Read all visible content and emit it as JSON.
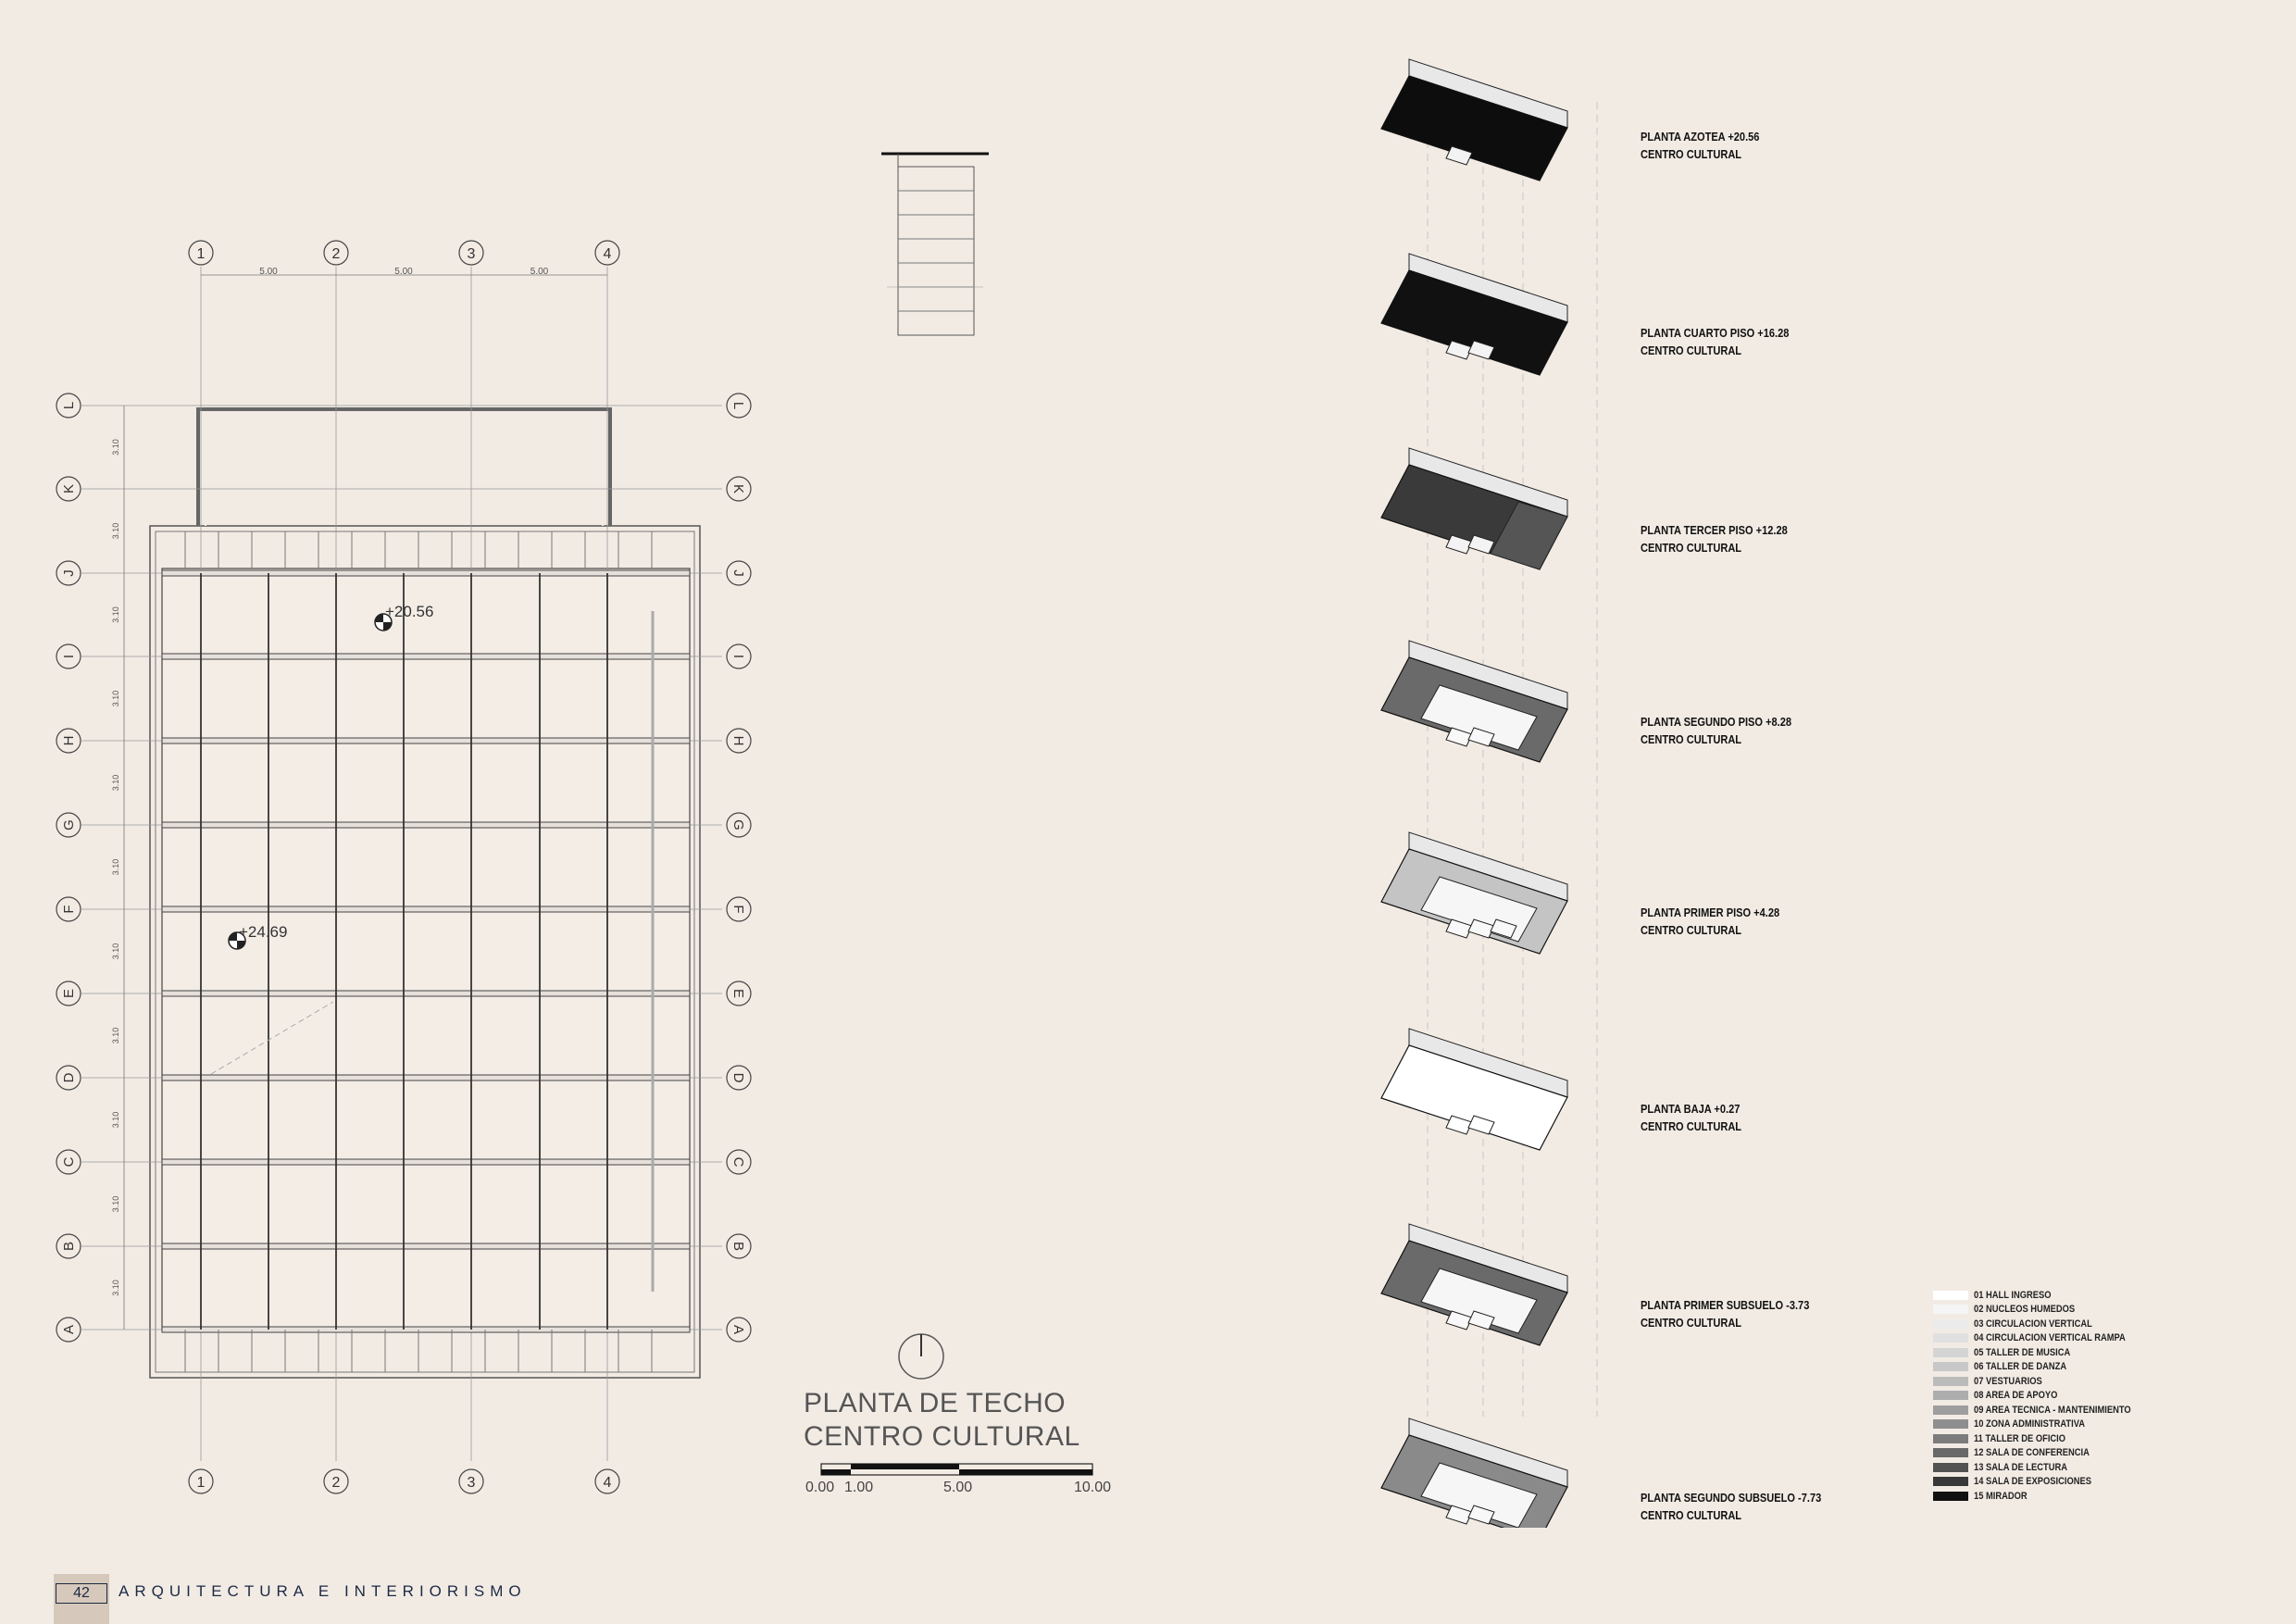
{
  "plan": {
    "title_line1": "PLANTA DE TECHO",
    "title_line2": "CENTRO CULTURAL",
    "column_axes": [
      "1",
      "2",
      "3",
      "4"
    ],
    "row_axes": [
      "L",
      "K",
      "J",
      "I",
      "H",
      "G",
      "F",
      "E",
      "D",
      "C",
      "B",
      "A"
    ],
    "column_spacings": [
      "5.00",
      "5.00",
      "5.00"
    ],
    "row_spacings": [
      "3.10",
      "3.10",
      "3.10",
      "3.10",
      "3.10",
      "3.10",
      "3.10",
      "3.10",
      "3.10",
      "3.10",
      "3.10"
    ],
    "elevation_marks": [
      "+20.56",
      "+24.69"
    ]
  },
  "scale_bar": {
    "labels": [
      "0.00",
      "1.00",
      "5.00",
      "10.00"
    ]
  },
  "exploded_axonometric": {
    "floors": [
      {
        "name": "PLANTA AZOTEA +20.56",
        "subtitle": "CENTRO CULTURAL"
      },
      {
        "name": "PLANTA CUARTO PISO +16.28",
        "subtitle": "CENTRO CULTURAL"
      },
      {
        "name": "PLANTA TERCER PISO +12.28",
        "subtitle": "CENTRO CULTURAL"
      },
      {
        "name": "PLANTA SEGUNDO PISO +8.28",
        "subtitle": "CENTRO CULTURAL"
      },
      {
        "name": "PLANTA PRIMER PISO +4.28",
        "subtitle": "CENTRO CULTURAL"
      },
      {
        "name": "PLANTA BAJA +0.27",
        "subtitle": "CENTRO CULTURAL"
      },
      {
        "name": "PLANTA PRIMER SUBSUELO -3.73",
        "subtitle": "CENTRO CULTURAL"
      },
      {
        "name": "PLANTA SEGUNDO SUBSUELO -7.73",
        "subtitle": "CENTRO CULTURAL"
      }
    ]
  },
  "legend": [
    {
      "label": "01 HALL INGRESO",
      "color": "#ffffff"
    },
    {
      "label": "02 NUCLEOS HUMEDOS",
      "color": "#f5f5f5"
    },
    {
      "label": "03 CIRCULACION VERTICAL",
      "color": "#ebebeb"
    },
    {
      "label": "04 CIRCULACION VERTICAL RAMPA",
      "color": "#e0e0e0"
    },
    {
      "label": "05 TALLER DE MUSICA",
      "color": "#d4d4d4"
    },
    {
      "label": "06 TALLER DE DANZA",
      "color": "#c8c8c8"
    },
    {
      "label": "07 VESTUARIOS",
      "color": "#bbbbbb"
    },
    {
      "label": "08 AREA DE APOYO",
      "color": "#adadad"
    },
    {
      "label": "09 AREA TECNICA - MANTENIMIENTO",
      "color": "#9e9e9e"
    },
    {
      "label": "10 ZONA ADMINISTRATIVA",
      "color": "#8e8e8e"
    },
    {
      "label": "11 TALLER DE OFICIO",
      "color": "#7c7c7c"
    },
    {
      "label": "12 SALA DE CONFERENCIA",
      "color": "#696969"
    },
    {
      "label": "13 SALA DE LECTURA",
      "color": "#525252"
    },
    {
      "label": "14 SALA DE EXPOSICIONES",
      "color": "#383838"
    },
    {
      "label": "15 MIRADOR",
      "color": "#111111"
    }
  ],
  "footer": {
    "page_number": "42",
    "title": "ARQUITECTURA E INTERIORISMO"
  }
}
